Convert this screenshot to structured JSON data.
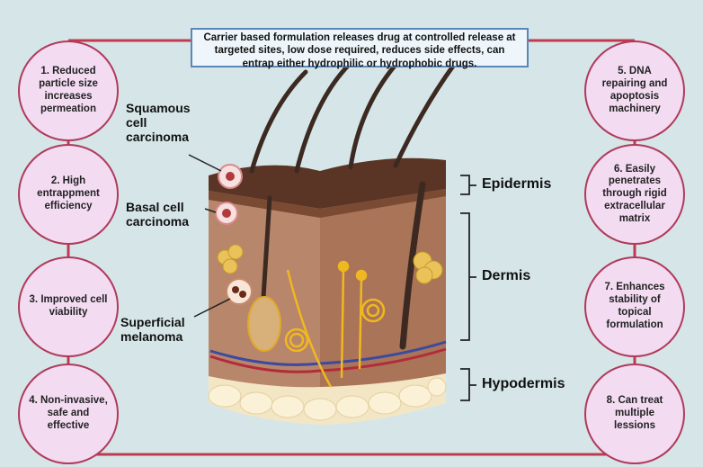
{
  "top_note": "Carrier based formulation releases drug at controlled release at targeted sites, low dose required, reduces side effects, can entrap either hydrophilic or hydrophobic drugs.",
  "left_circles": [
    "1. Reduced particle size increases permeation",
    "2. High entrappment efficiency",
    "3. Improved cell viability",
    "4. Non-invasive, safe and effective"
  ],
  "right_circles": [
    "5. DNA repairing and apoptosis machinery",
    "6. Easily penetrates through rigid extracellular matrix",
    "7. Enhances stability of topical formulation",
    "8. Can treat multiple lessions"
  ],
  "cancer_labels": {
    "squamous": "Squamous cell carcinoma",
    "basal": "Basal cell carcinoma",
    "melanoma": "Superficial melanoma"
  },
  "layers": {
    "epidermis": "Epidermis",
    "dermis": "Dermis",
    "hypodermis": "Hypodermis"
  },
  "colors": {
    "connector": "#c0394f",
    "circle_fill": "#f3dcf2",
    "skin_top": "#5a3424",
    "dermis": "#b8866a",
    "fat": "#f3e6c4"
  }
}
